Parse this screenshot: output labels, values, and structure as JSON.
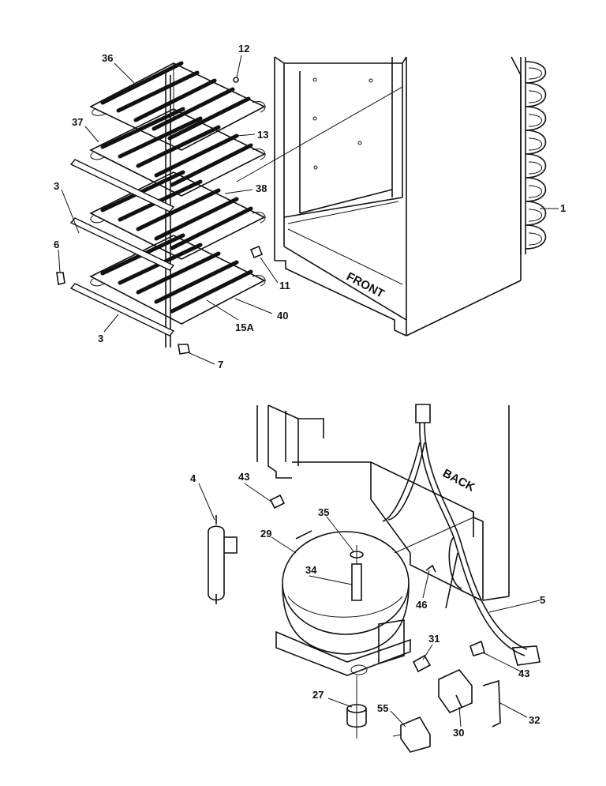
{
  "diagram": {
    "callouts": {
      "c36": "36",
      "c12": "12",
      "c37": "37",
      "c13": "13",
      "c3a": "3",
      "c38": "38",
      "c1": "1",
      "c6": "6",
      "c11": "11",
      "c40": "40",
      "c15a": "15A",
      "c3b": "3",
      "c7": "7",
      "c4": "4",
      "c43a": "43",
      "c35": "35",
      "c29": "29",
      "c34": "34",
      "c46": "46",
      "c5": "5",
      "c31": "31",
      "c43b": "43",
      "c27": "27",
      "c55": "55",
      "c30": "30",
      "c32": "32"
    },
    "cabinet_text": {
      "front": "FRONT",
      "back": "BACK"
    }
  }
}
